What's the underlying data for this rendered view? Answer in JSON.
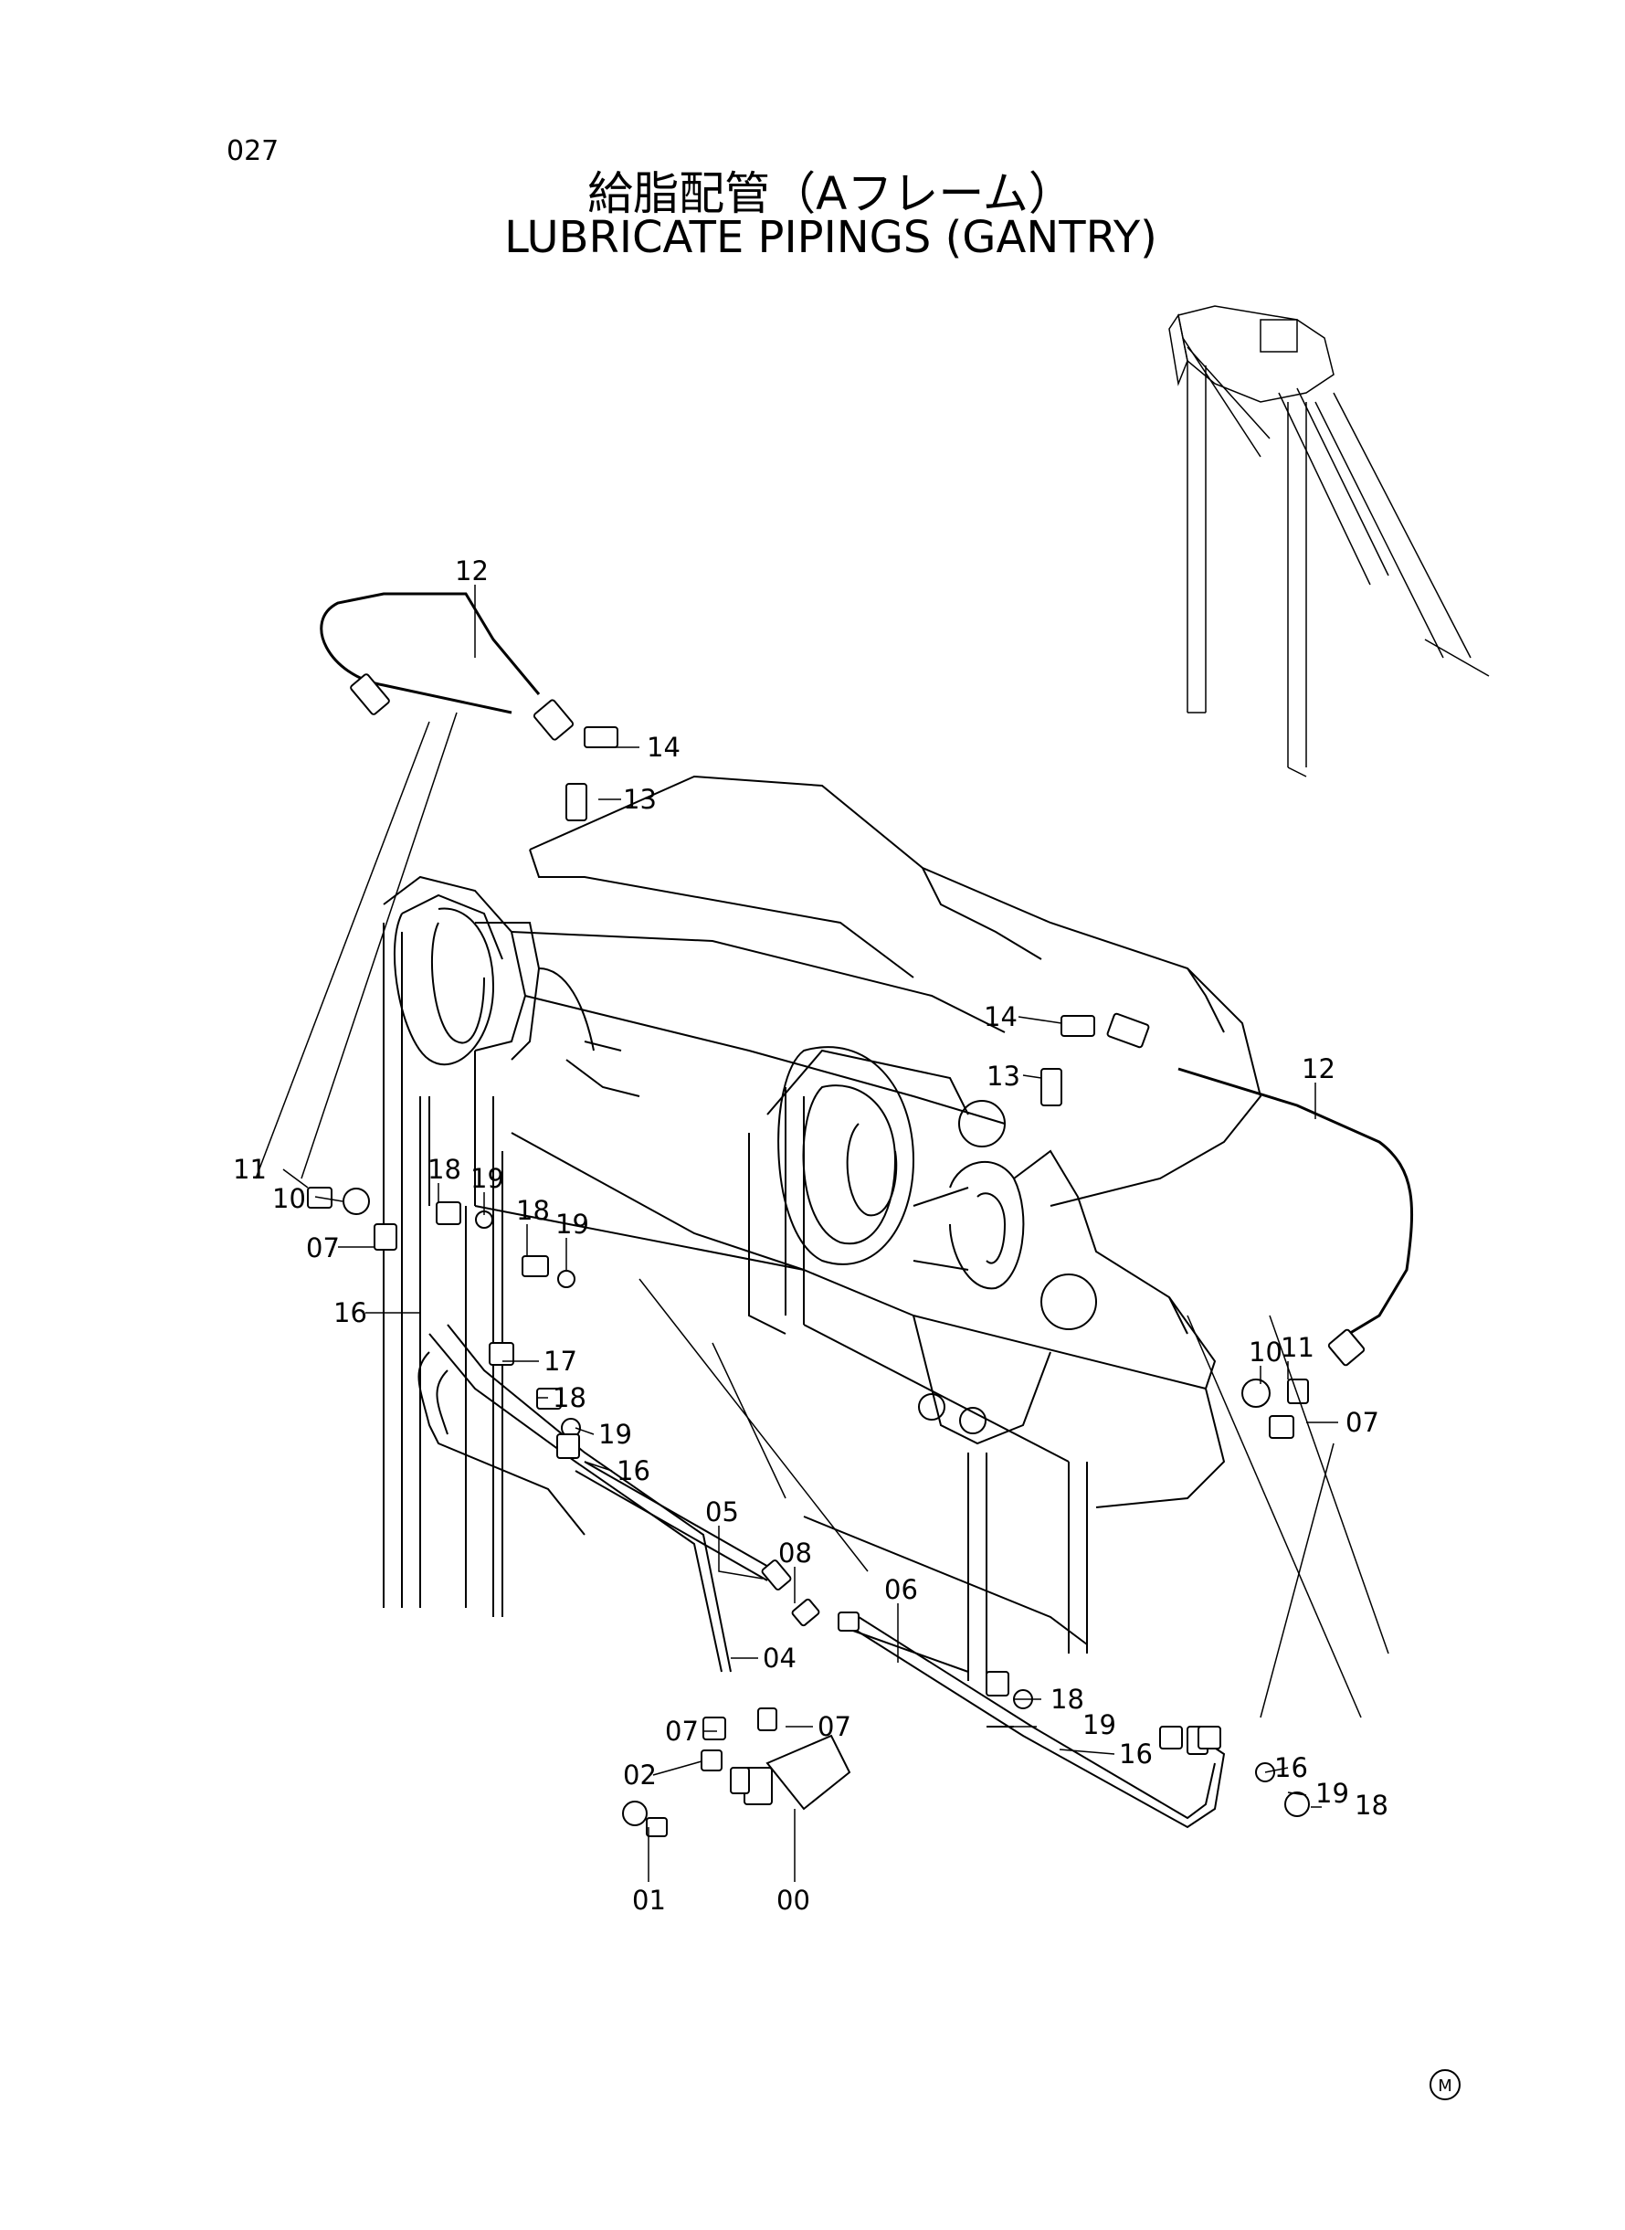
{
  "page_number": "027",
  "title_jp": "給脂配管（Aフレーム）",
  "title_en": "LUBRICATE PIPINGS (GANTRY)",
  "corner_mark": "M",
  "callouts": [
    "12",
    "14",
    "13",
    "14",
    "13",
    "12",
    "11",
    "10",
    "07",
    "18",
    "19",
    "18",
    "19",
    "16",
    "17",
    "18",
    "19",
    "16",
    "05",
    "08",
    "06",
    "04",
    "07",
    "07",
    "02",
    "01",
    "00",
    "18",
    "19",
    "16",
    "10",
    "11",
    "07",
    "16",
    "19",
    "18"
  ]
}
